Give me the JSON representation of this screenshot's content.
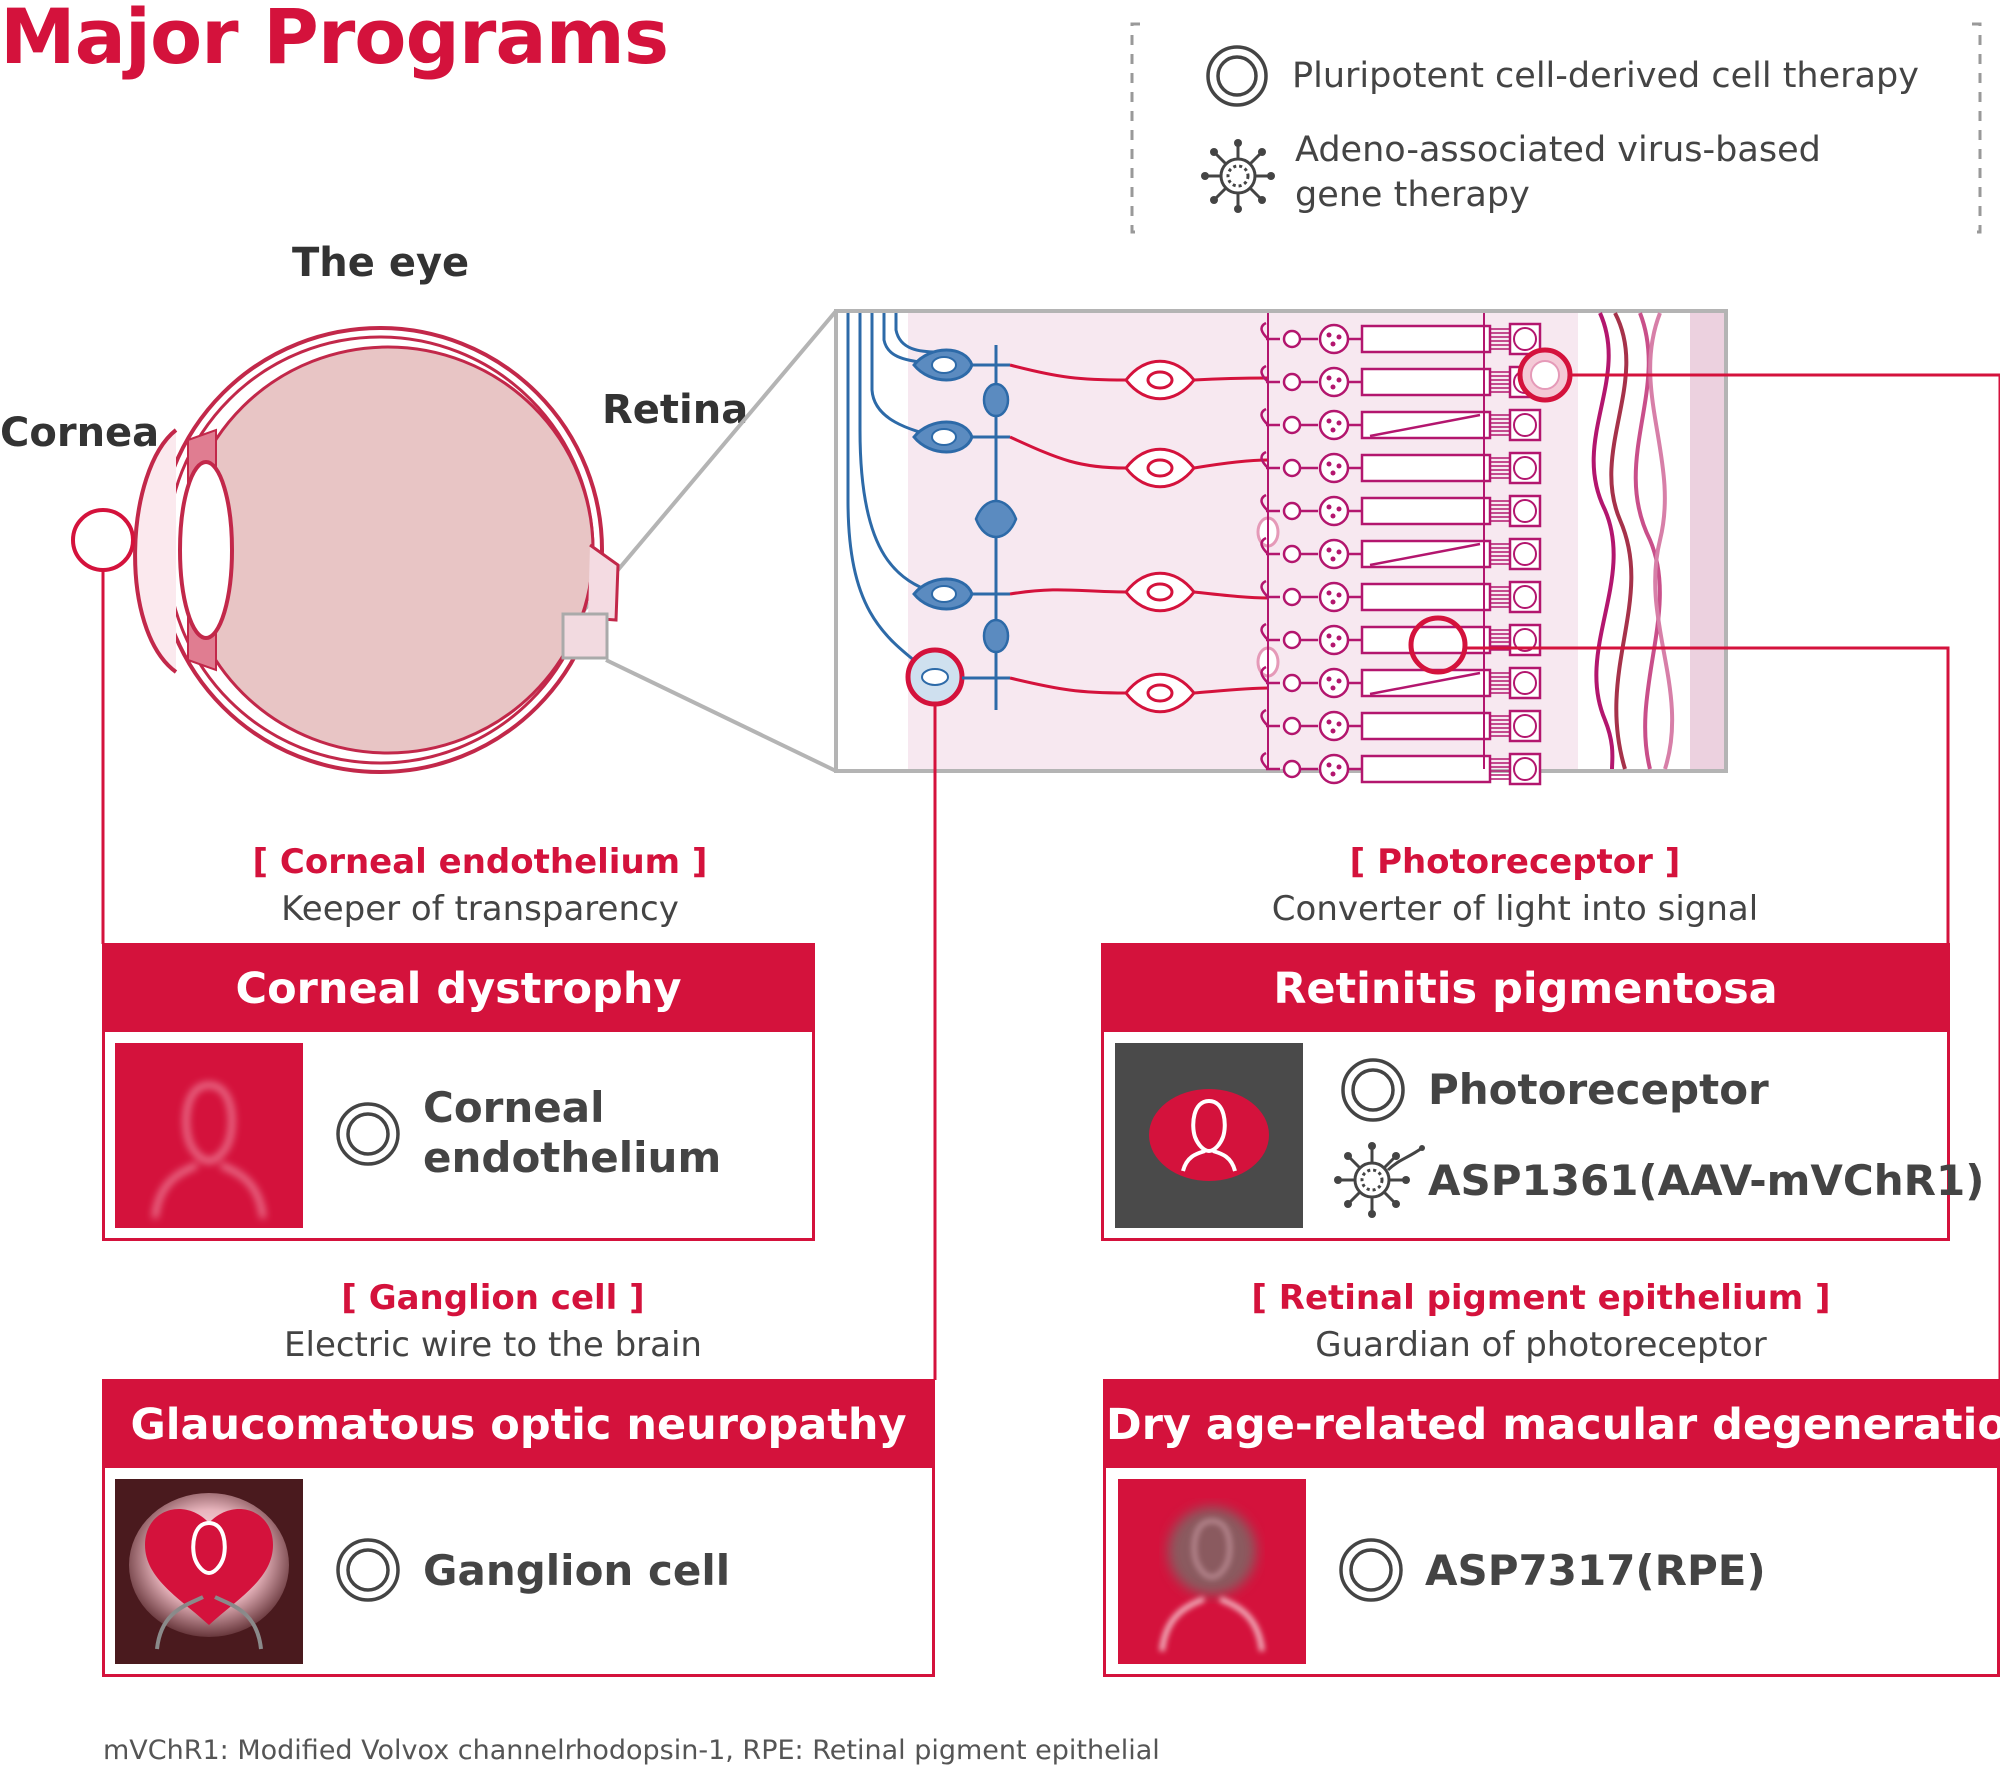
{
  "title": "Major Programs",
  "legend": {
    "cell_therapy": "Pluripotent cell-derived cell therapy",
    "gene_therapy_line1": "Adeno-associated virus-based",
    "gene_therapy_line2": "gene therapy",
    "cell_icon": "concentric-circles-icon",
    "virus_icon": "virus-icon"
  },
  "eye": {
    "title": "The eye",
    "cornea_label": "Cornea",
    "retina_label": "Retina"
  },
  "sections": {
    "corneal": {
      "tag": "Corneal endothelium",
      "subtitle": "Keeper of transparency",
      "disease": "Corneal dystrophy",
      "item1_line1": "Corneal",
      "item1_line2": "endothelium"
    },
    "photoreceptor": {
      "tag": "Photoreceptor",
      "subtitle": "Converter of light into signal",
      "disease": "Retinitis pigmentosa",
      "item1": "Photoreceptor",
      "item2": "ASP1361(AAV-mVChR1)"
    },
    "ganglion": {
      "tag": "Ganglion cell",
      "subtitle": "Electric wire to the brain",
      "disease": "Glaucomatous optic neuropathy",
      "item1": "Ganglion cell"
    },
    "rpe": {
      "tag": "Retinal pigment epithelium",
      "subtitle": "Guardian of photoreceptor",
      "disease": "Dry age-related macular degeneration",
      "item1": "ASP7317(RPE)"
    }
  },
  "footnote": "mVChR1: Modified Volvox channelrhodopsin-1, RPE: Retinal pigment epithelial",
  "colors": {
    "accent": "#d4123c",
    "blue": "#2d6aa8",
    "magenta": "#b3166e",
    "dark_tile": "#4a4a4a",
    "maroon_tile": "#4a1a1e"
  }
}
